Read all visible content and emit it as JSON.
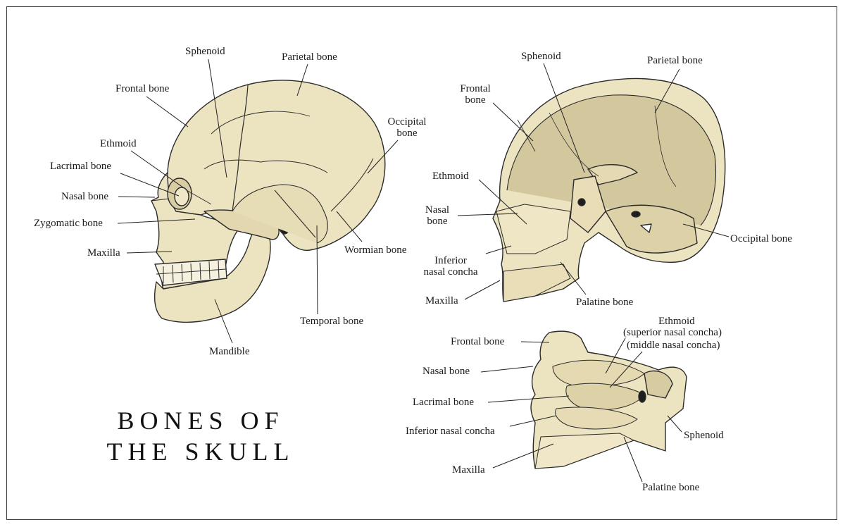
{
  "title": {
    "line1": "BONES OF",
    "line2": "THE SKULL"
  },
  "colors": {
    "bone": "#ece3c0",
    "bone_shadow": "#cfc39c",
    "outline": "#2b2b2b",
    "frame": "#3a3a3a"
  },
  "lateral": {
    "sphenoid": "Sphenoid",
    "parietal": "Parietal bone",
    "frontal": "Frontal bone",
    "occipital": "Occipital\nbone",
    "ethmoid": "Ethmoid",
    "lacrimal": "Lacrimal bone",
    "nasal": "Nasal bone",
    "zygomatic": "Zygomatic bone",
    "maxilla": "Maxilla",
    "wormian": "Wormian bone",
    "temporal": "Temporal bone",
    "mandible": "Mandible"
  },
  "sagittal": {
    "sphenoid": "Sphenoid",
    "parietal": "Parietal bone",
    "frontal": "Frontal\nbone",
    "ethmoid": "Ethmoid",
    "nasal": "Nasal\nbone",
    "inferior_concha": "Inferior\nnasal concha",
    "maxilla": "Maxilla",
    "palatine": "Palatine bone",
    "occipital": "Occipital bone"
  },
  "nasal_wall": {
    "frontal": "Frontal bone",
    "ethmoid": "Ethmoid",
    "ethmoid_sup": "(superior nasal concha)",
    "ethmoid_mid": "(middle nasal concha)",
    "nasal": "Nasal bone",
    "lacrimal": "Lacrimal bone",
    "inferior_concha": "Inferior nasal concha",
    "sphenoid": "Sphenoid",
    "maxilla": "Maxilla",
    "palatine": "Palatine bone"
  }
}
